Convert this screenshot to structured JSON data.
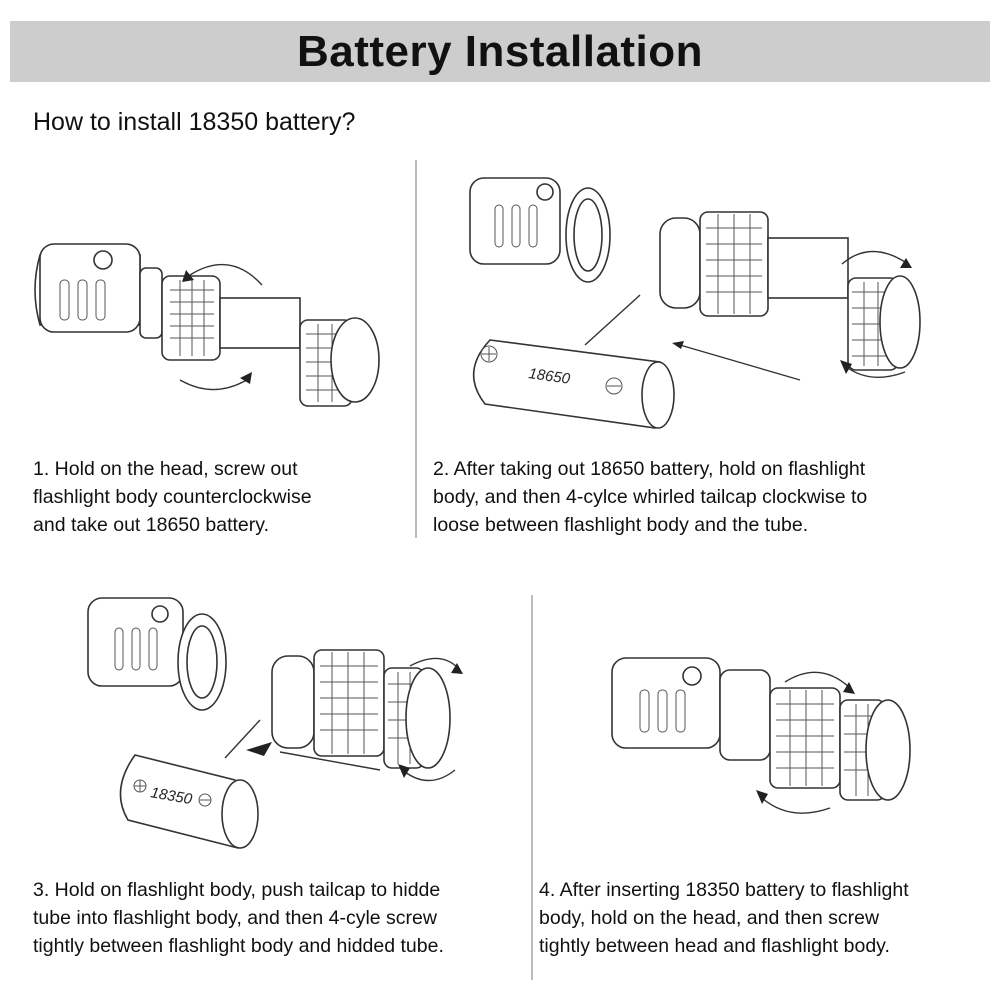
{
  "header": {
    "title": "Battery Installation"
  },
  "subtitle": "How to install 18350 battery?",
  "steps": [
    {
      "caption": [
        "1. Hold on the head, screw out",
        "flashlight body counterclockwise",
        "and take out 18650 battery."
      ]
    },
    {
      "caption": [
        "2. After taking out 18650 battery, hold on flashlight",
        "body, and then 4-cylce whirled tailcap clockwise to",
        "loose between flashlight body and the tube."
      ],
      "battery_label": "18650"
    },
    {
      "caption": [
        "3. Hold on flashlight body, push tailcap to hidde",
        "tube into flashlight body, and then 4-cyle screw",
        "tightly between flashlight body and hidded tube."
      ],
      "battery_label": "18350"
    },
    {
      "caption": [
        "4. After inserting 18350 battery to flashlight",
        "body, hold on the head, and then screw",
        "tightly between head and flashlight body."
      ]
    }
  ]
}
